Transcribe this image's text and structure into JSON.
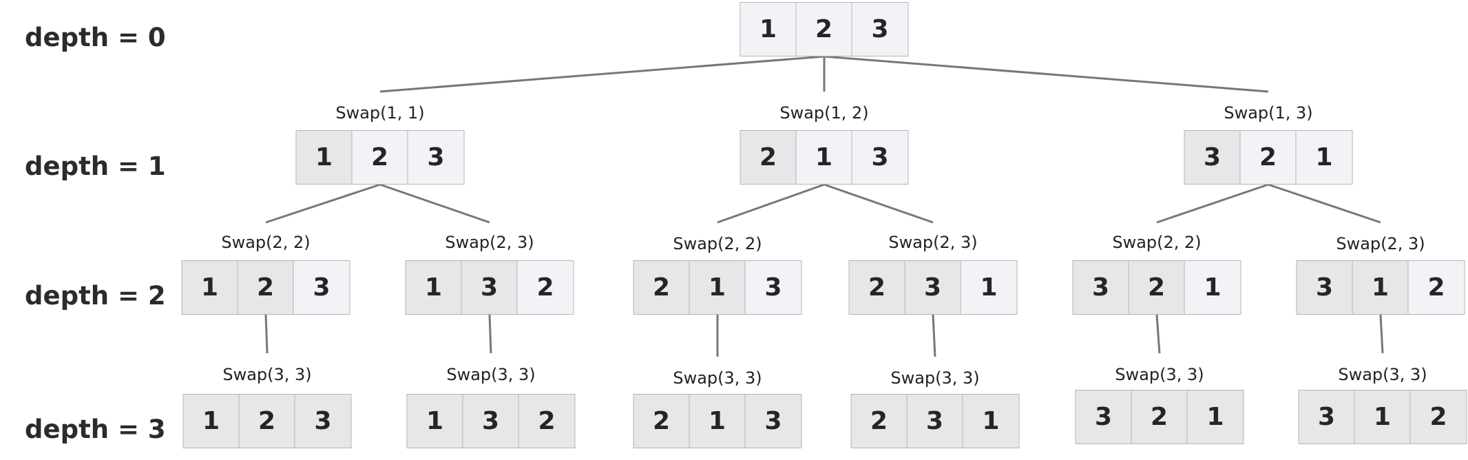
{
  "depth_labels": [
    "depth = 0",
    "depth = 1",
    "depth = 2",
    "depth = 3"
  ],
  "nodes": [
    {
      "id": "n0",
      "depth": 0,
      "swap": "",
      "values": [
        "1",
        "2",
        "3"
      ],
      "fixed": 0
    },
    {
      "id": "n1a",
      "depth": 1,
      "swap": "Swap(1, 1)",
      "values": [
        "1",
        "2",
        "3"
      ],
      "fixed": 1
    },
    {
      "id": "n1b",
      "depth": 1,
      "swap": "Swap(1, 2)",
      "values": [
        "2",
        "1",
        "3"
      ],
      "fixed": 1
    },
    {
      "id": "n1c",
      "depth": 1,
      "swap": "Swap(1, 3)",
      "values": [
        "3",
        "2",
        "1"
      ],
      "fixed": 1
    },
    {
      "id": "n2a",
      "depth": 2,
      "swap": "Swap(2, 2)",
      "values": [
        "1",
        "2",
        "3"
      ],
      "fixed": 2
    },
    {
      "id": "n2b",
      "depth": 2,
      "swap": "Swap(2, 3)",
      "values": [
        "1",
        "3",
        "2"
      ],
      "fixed": 2
    },
    {
      "id": "n2c",
      "depth": 2,
      "swap": "Swap(2, 2)",
      "values": [
        "2",
        "1",
        "3"
      ],
      "fixed": 2
    },
    {
      "id": "n2d",
      "depth": 2,
      "swap": "Swap(2, 3)",
      "values": [
        "2",
        "3",
        "1"
      ],
      "fixed": 2
    },
    {
      "id": "n2e",
      "depth": 2,
      "swap": "Swap(2, 2)",
      "values": [
        "3",
        "2",
        "1"
      ],
      "fixed": 2
    },
    {
      "id": "n2f",
      "depth": 2,
      "swap": "Swap(2, 3)",
      "values": [
        "3",
        "1",
        "2"
      ],
      "fixed": 2
    },
    {
      "id": "n3a",
      "depth": 3,
      "swap": "Swap(3, 3)",
      "values": [
        "1",
        "2",
        "3"
      ],
      "fixed": 3
    },
    {
      "id": "n3b",
      "depth": 3,
      "swap": "Swap(3, 3)",
      "values": [
        "1",
        "3",
        "2"
      ],
      "fixed": 3
    },
    {
      "id": "n3c",
      "depth": 3,
      "swap": "Swap(3, 3)",
      "values": [
        "2",
        "1",
        "3"
      ],
      "fixed": 3
    },
    {
      "id": "n3d",
      "depth": 3,
      "swap": "Swap(3, 3)",
      "values": [
        "2",
        "3",
        "1"
      ],
      "fixed": 3
    },
    {
      "id": "n3e",
      "depth": 3,
      "swap": "Swap(3, 3)",
      "values": [
        "3",
        "2",
        "1"
      ],
      "fixed": 3
    },
    {
      "id": "n3f",
      "depth": 3,
      "swap": "Swap(3, 3)",
      "values": [
        "3",
        "1",
        "2"
      ],
      "fixed": 3
    }
  ],
  "edges": [
    [
      "n0",
      "n1a"
    ],
    [
      "n0",
      "n1b"
    ],
    [
      "n0",
      "n1c"
    ],
    [
      "n1a",
      "n2a"
    ],
    [
      "n1a",
      "n2b"
    ],
    [
      "n1b",
      "n2c"
    ],
    [
      "n1b",
      "n2d"
    ],
    [
      "n1c",
      "n2e"
    ],
    [
      "n1c",
      "n2f"
    ],
    [
      "n2a",
      "n3a"
    ],
    [
      "n2b",
      "n3b"
    ],
    [
      "n2c",
      "n3c"
    ],
    [
      "n2d",
      "n3d"
    ],
    [
      "n2e",
      "n3e"
    ],
    [
      "n2f",
      "n3f"
    ]
  ],
  "colors": {
    "fixed_cell": "#e7e6e8",
    "free_cell": "#f3f2f7",
    "edge": "#777777",
    "border": "#b5b5b5"
  }
}
